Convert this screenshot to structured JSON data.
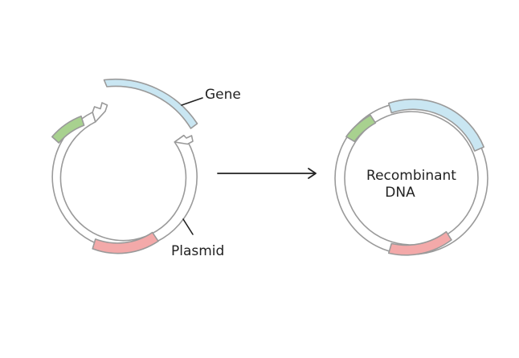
{
  "labels": {
    "gene": "Gene",
    "plasmid": "Plasmid",
    "product_line1": "Recombinant",
    "product_line2": "DNA"
  },
  "colors": {
    "background": "#ffffff",
    "outline": "#9a9a9a",
    "ring_fill": "#ffffff",
    "gene": "#c9e6f2",
    "green_marker": "#a8d18f",
    "red_marker": "#f3a9a9",
    "text": "#222222"
  }
}
